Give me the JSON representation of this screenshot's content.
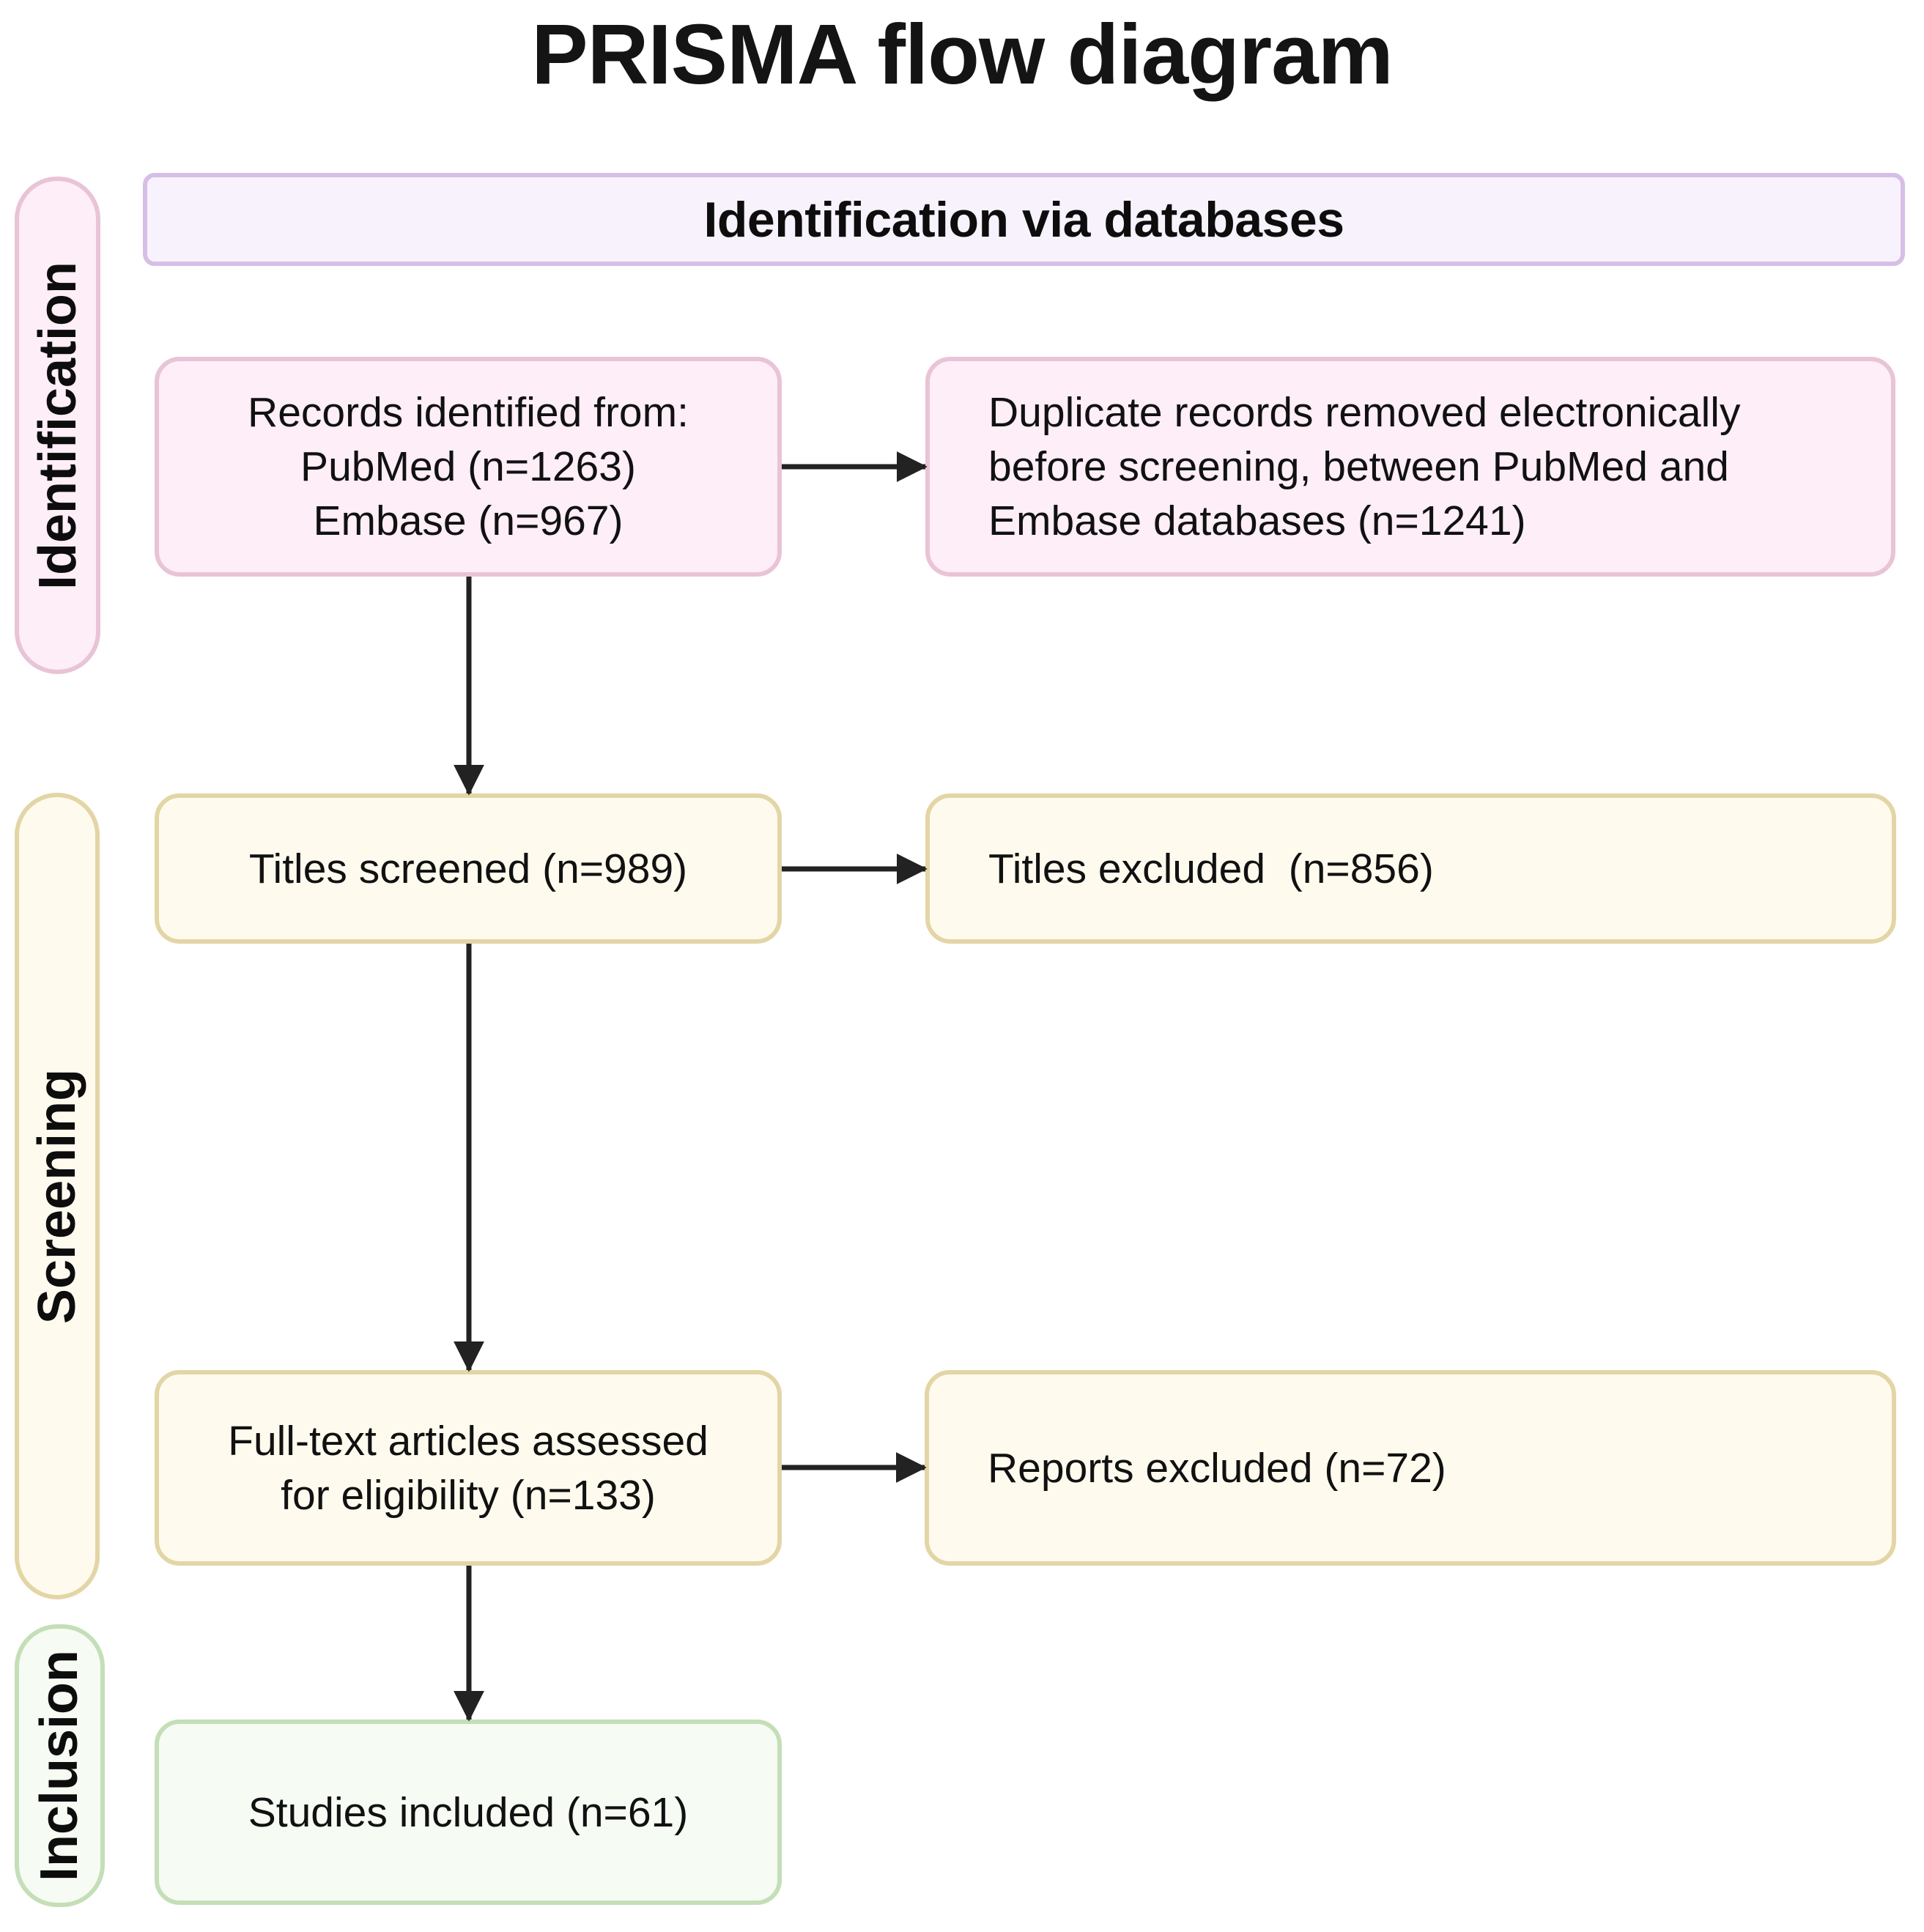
{
  "title": "PRISMA flow diagram",
  "header": {
    "label": "Identification via databases"
  },
  "phases": [
    {
      "id": "identification",
      "label": "Identification"
    },
    {
      "id": "screening",
      "label": "Screening"
    },
    {
      "id": "inclusion",
      "label": "Inclusion"
    }
  ],
  "boxes": {
    "records_identified": {
      "text": "Records identified from:\nPubMed (n=1263)\nEmbase (n=967)"
    },
    "duplicates_removed": {
      "text": "Duplicate records removed electronically\nbefore screening, between PubMed and\nEmbase databases (n=1241)"
    },
    "titles_screened": {
      "text": "Titles screened (n=989)"
    },
    "titles_excluded": {
      "text": "Titles excluded  (n=856)"
    },
    "fulltext_assessed": {
      "text": "Full-text articles assessed\nfor eligibility (n=133)"
    },
    "reports_excluded": {
      "text": "Reports excluded (n=72)"
    },
    "studies_included": {
      "text": "Studies included (n=61)"
    }
  },
  "counts": {
    "pubmed": 1263,
    "embase": 967,
    "duplicates_removed": 1241,
    "titles_screened": 989,
    "titles_excluded": 856,
    "fulltext_assessed": 133,
    "reports_excluded": 72,
    "studies_included": 61
  },
  "colors": {
    "identification_border": "#e9c3d6",
    "identification_fill": "#fdeef7",
    "header_border": "#d6bfe6",
    "header_fill": "#f8f2fd",
    "screening_border": "#e3d5a5",
    "screening_fill": "#fefbee",
    "inclusion_border": "#c4dfb7",
    "inclusion_fill": "#f6fbf3",
    "arrow": "#222222"
  },
  "flows": [
    {
      "from": "records_identified",
      "to": "duplicates_removed"
    },
    {
      "from": "records_identified",
      "to": "titles_screened"
    },
    {
      "from": "titles_screened",
      "to": "titles_excluded"
    },
    {
      "from": "titles_screened",
      "to": "fulltext_assessed"
    },
    {
      "from": "fulltext_assessed",
      "to": "reports_excluded"
    },
    {
      "from": "fulltext_assessed",
      "to": "studies_included"
    }
  ]
}
